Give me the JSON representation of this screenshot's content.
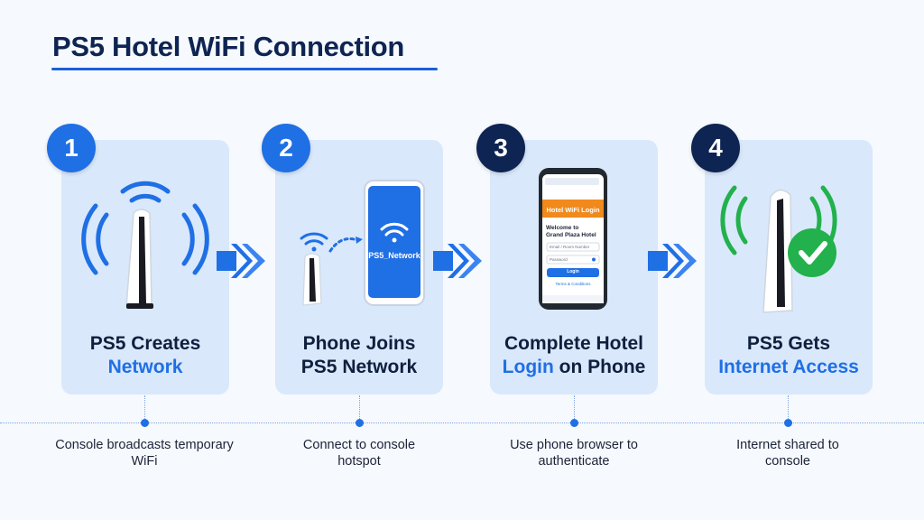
{
  "title": "PS5 Hotel WiFi Connection",
  "colors": {
    "accent": "#1f6fe5",
    "navy": "#0e2452",
    "success": "#22b14c",
    "login_orange": "#f08a1c"
  },
  "steps": [
    {
      "number": "1",
      "caption_line1": "PS5 Creates",
      "caption_line2": "Network",
      "description": "Console broadcasts temporary WiFi",
      "icon": "ps5-broadcast-icon"
    },
    {
      "number": "2",
      "caption_line1": "Phone Joins",
      "caption_line2": "PS5 Network",
      "description": "Connect to console hotspot",
      "icon": "phone-join-icon",
      "phone_network_label": "PS5_Network"
    },
    {
      "number": "3",
      "caption_line1": "Complete Hotel",
      "caption_hl": "Login",
      "caption_rest": " on Phone",
      "description": "Use phone browser to authenticate",
      "icon": "hotel-login-phone-icon",
      "login_header": "Hotel WiFi Login",
      "welcome_line1": "Welcome to",
      "welcome_line2": "Grand Plaza Hotel",
      "room_placeholder": "Email / Room Number",
      "password_placeholder": "Password",
      "login_button": "Login",
      "terms_link": "Terms & Conditions"
    },
    {
      "number": "4",
      "caption_line1": "PS5 Gets",
      "caption_line2": "Internet Access",
      "description": "Internet shared to console",
      "icon": "ps5-connected-icon"
    }
  ]
}
